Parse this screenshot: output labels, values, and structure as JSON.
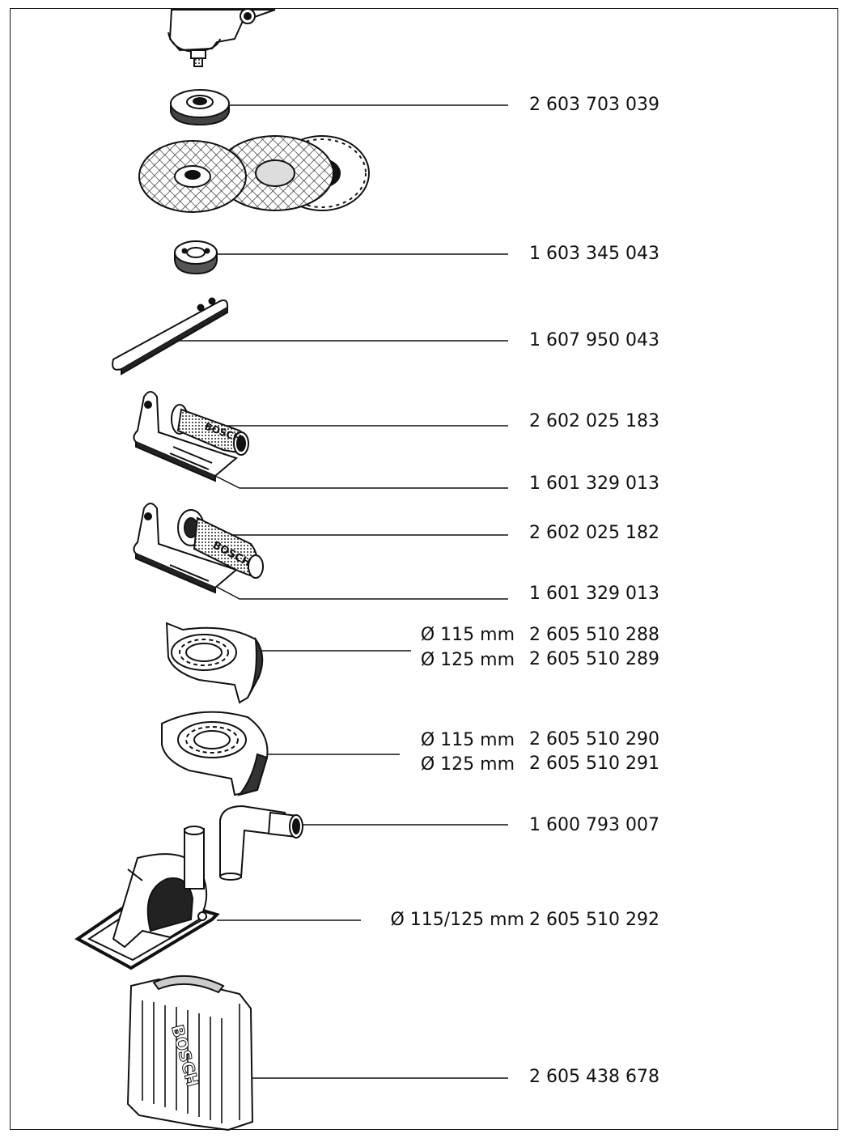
{
  "parts": [
    {
      "id": "flange",
      "diameter": "",
      "number": "2 603 703 039"
    },
    {
      "id": "clamping-nut",
      "diameter": "",
      "number": "1 603 345 043"
    },
    {
      "id": "two-pin-spanner",
      "diameter": "",
      "number": "1 607 950 043"
    },
    {
      "id": "vibration-handle",
      "diameter": "",
      "number": "2 602 025 183"
    },
    {
      "id": "handle-bracket-1",
      "diameter": "",
      "number": "1 601 329 013"
    },
    {
      "id": "auxiliary-handle",
      "diameter": "",
      "number": "2 602 025 182"
    },
    {
      "id": "handle-bracket-2",
      "diameter": "",
      "number": "1 601 329 013"
    },
    {
      "id": "grinding-guard-115",
      "diameter": "Ø 115 mm",
      "number": "2 605 510 288"
    },
    {
      "id": "grinding-guard-125",
      "diameter": "Ø 125 mm",
      "number": "2 605 510 289"
    },
    {
      "id": "cutting-guard-115",
      "diameter": "Ø 115 mm",
      "number": "2 605 510 290"
    },
    {
      "id": "cutting-guard-125",
      "diameter": "Ø 125 mm",
      "number": "2 605 510 291"
    },
    {
      "id": "extraction-adapter",
      "diameter": "",
      "number": "1 600 793 007"
    },
    {
      "id": "cutting-guide",
      "diameter": "Ø 115/125 mm",
      "number": "2 605 510 292"
    },
    {
      "id": "carrying-case",
      "diameter": "",
      "number": "2 605 438 678"
    }
  ],
  "brand_marks": [
    "BOSCH",
    "BOSCH",
    "BOSCH"
  ]
}
